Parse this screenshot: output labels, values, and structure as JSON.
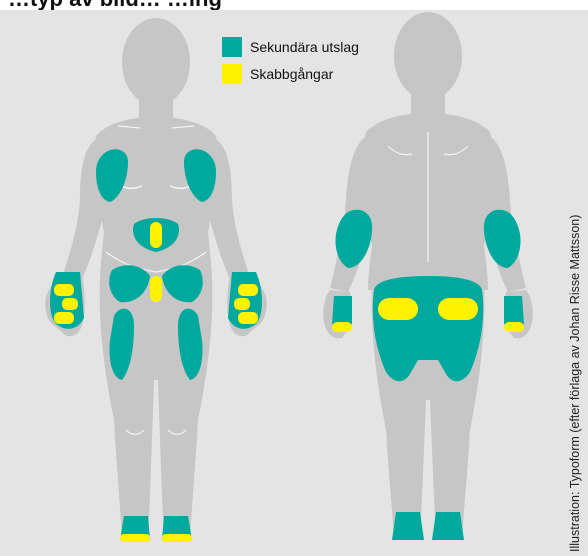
{
  "header": {
    "title_partial": "…typ av bild… …ing"
  },
  "legend": [
    {
      "label": "Sekundära utslag",
      "color": "#00a99d"
    },
    {
      "label": "Skabbgångar",
      "color": "#fff200"
    }
  ],
  "colors": {
    "background": "#e4e4e4",
    "body": "#c6c6c6",
    "secondary_rash": "#00a99d",
    "burrows": "#fff200",
    "contour": "#f4f4f4"
  },
  "credit": "Illustration: Typoform (efter förlaga av Johan Risse Mattsson)"
}
